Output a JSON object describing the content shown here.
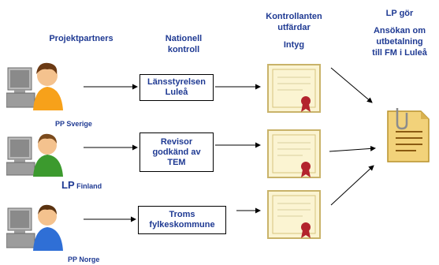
{
  "headers": {
    "partners": "Projektpartners",
    "national": "Nationell\nkontroll",
    "controller_title": "Kontrollanten\nutfärdar",
    "controller_sub": "Intyg",
    "lp": "LP gör",
    "lp_sub": "Ansökan om\nutbetalning\ntill FM i Luleå"
  },
  "partners": [
    {
      "prefix": "",
      "name": "PP Sverige"
    },
    {
      "prefix": "LP",
      "name": "Finland"
    },
    {
      "prefix": "",
      "name": "PP Norge"
    }
  ],
  "controls": [
    "Länsstyrelsen\nLuleå",
    "Revisor\ngodkänd av\nTEM",
    "Troms\nfylkeskommune"
  ],
  "icons": {
    "person": "person-at-computer-icon",
    "certificate": "certificate-icon",
    "document": "document-clip-icon"
  },
  "colors": {
    "text": "#1f3a93",
    "shirt_orange": "#f7a11a",
    "shirt_green": "#3c9a2e",
    "shirt_blue": "#2f6fd6",
    "cert_fill": "#fbf4d2",
    "doc_fill": "#f2d27a"
  }
}
